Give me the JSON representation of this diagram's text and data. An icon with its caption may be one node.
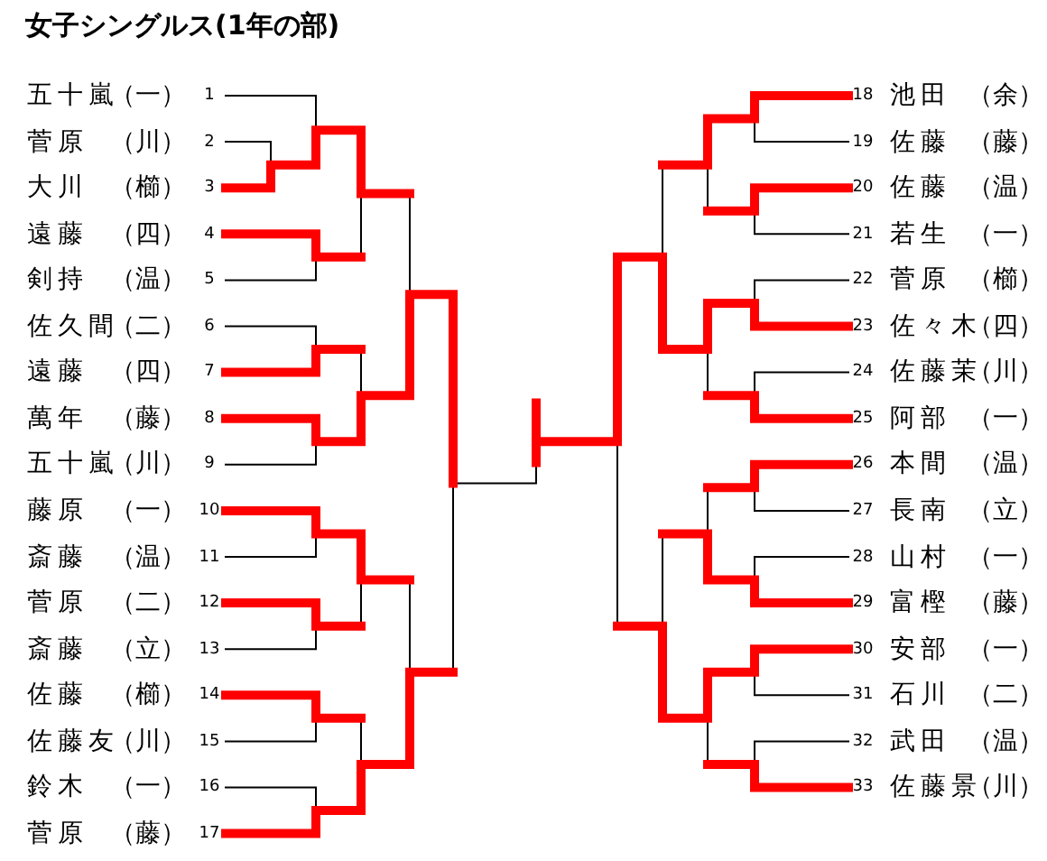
{
  "diagram": {
    "title": "女子シングルス(1年の部)",
    "labels": [
      "五十嵐",
      "（一）",
      "1",
      "菅原",
      "（川）",
      "2",
      "大川",
      "（櫛）",
      "3",
      "遠藤",
      "（四）",
      "4",
      "剣持",
      "（温）",
      "5",
      "佐久間",
      "（二）",
      "6",
      "遠藤",
      "（四）",
      "7",
      "萬年",
      "（藤）",
      "8",
      "五十嵐",
      "（川）",
      "9",
      "藤原",
      "（一）",
      "10",
      "斎藤",
      "（温）",
      "11",
      "菅原",
      "（二）",
      "12",
      "斎藤",
      "（立）",
      "13",
      "佐藤",
      "（櫛）",
      "14",
      "佐藤友",
      "（川）",
      "15",
      "鈴木",
      "（一）",
      "16",
      "菅原",
      "（藤）",
      "17",
      "18",
      "池田",
      "（余）",
      "19",
      "佐藤",
      "（藤）",
      "20",
      "佐藤",
      "（温）",
      "21",
      "若生",
      "（一）",
      "22",
      "菅原",
      "（櫛）",
      "23",
      "佐々木",
      "（四）",
      "24",
      "佐藤茉",
      "（川）",
      "25",
      "阿部",
      "（一）",
      "26",
      "本間",
      "（温）",
      "27",
      "長南",
      "（立）",
      "28",
      "山村",
      "（一）",
      "29",
      "富樫",
      "（藤）",
      "30",
      "安部",
      "（一）",
      "31",
      "石川",
      "（二）",
      "32",
      "武田",
      "（温）",
      "33",
      "佐藤景",
      "（川）"
    ]
  }
}
